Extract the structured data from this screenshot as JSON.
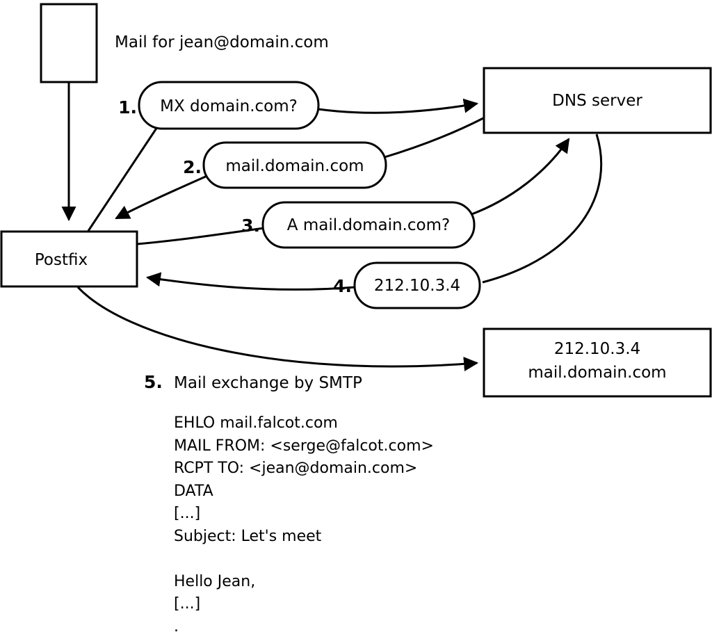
{
  "colors": {
    "ink": "#000000",
    "background": "#ffffff"
  },
  "diagram": {
    "mail_label": "Mail for jean@domain.com",
    "postfix": "Postfix",
    "dns": "DNS server",
    "dest_ip": "212.10.3.4",
    "dest_host": "mail.domain.com",
    "steps": [
      {
        "num": "1.",
        "label": "MX domain.com?"
      },
      {
        "num": "2.",
        "label": "mail.domain.com"
      },
      {
        "num": "3.",
        "label": "A mail.domain.com?"
      },
      {
        "num": "4.",
        "label": "212.10.3.4"
      },
      {
        "num": "5.",
        "label": "Mail exchange by SMTP"
      }
    ],
    "smtp_session": "EHLO mail.falcot.com\nMAIL FROM: <serge@falcot.com>\nRCPT TO: <jean@domain.com>\nDATA\n[...]\nSubject: Let's meet\n\nHello Jean,\n[...]\n."
  }
}
